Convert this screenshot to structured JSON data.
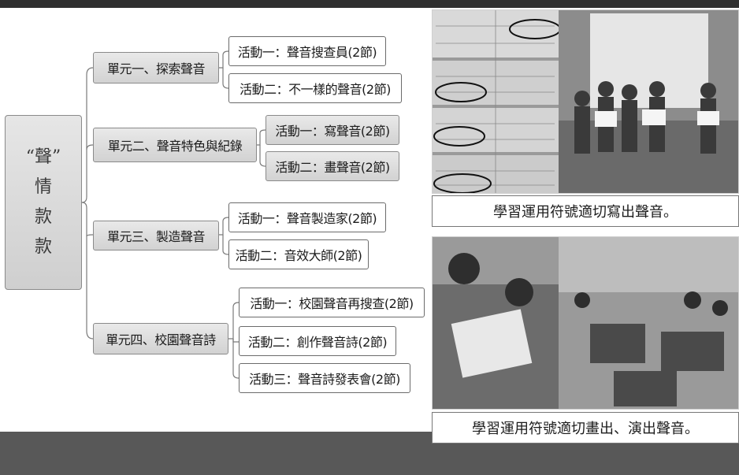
{
  "root": {
    "chars": [
      "“聲”",
      "情",
      "款",
      "款"
    ]
  },
  "units": [
    {
      "label": "單元一、探索聲音",
      "activities": [
        "活動一：聲音搜查員(2節)",
        "活動二：不一樣的聲音(2節)"
      ]
    },
    {
      "label": "單元二、聲音特色與紀錄",
      "activities": [
        "活動一：寫聲音(2節)",
        "活動二：畫聲音(2節)"
      ]
    },
    {
      "label": "單元三、製造聲音",
      "activities": [
        "活動一：聲音製造家(2節)",
        "活動二：音效大師(2節)"
      ]
    },
    {
      "label": "單元四、校園聲音詩",
      "activities": [
        "活動一：校園聲音再搜查(2節)",
        "活動二：創作聲音詩(2節)",
        "活動三：聲音詩發表會(2節)"
      ]
    }
  ],
  "captions": {
    "top": "學習運用符號適切寫出聲音。",
    "bottom": "學習運用符號適切畫出、演出聲音。"
  },
  "colors": {
    "top_bar": "#2f2f2f",
    "bottom_bar": "#585858",
    "node_shade": "#d8d8d8",
    "border": "#6b6b6b"
  }
}
